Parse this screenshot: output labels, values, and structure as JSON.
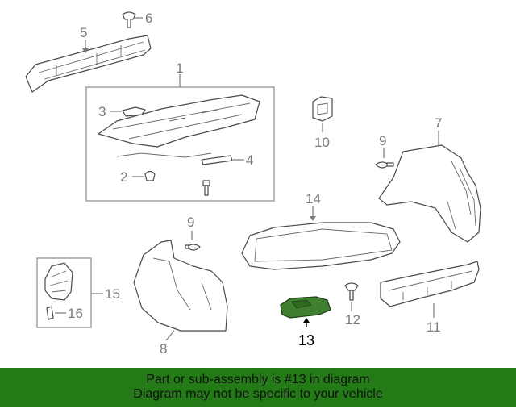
{
  "callouts": {
    "c1": "1",
    "c2": "2",
    "c3": "3",
    "c4": "4",
    "c5": "5",
    "c6": "6",
    "c7": "7",
    "c8": "8",
    "c9a": "9",
    "c9b": "9",
    "c10": "10",
    "c11": "11",
    "c12": "12",
    "c13": "13",
    "c14": "14",
    "c15": "15",
    "c16": "16"
  },
  "highlight": {
    "part_number": "13",
    "color": "#3f7f2f"
  },
  "banner": {
    "line1": "Part or sub-assembly is #13 in diagram",
    "line2": "Diagram may not be specific to your vehicle",
    "background": "#237a17"
  }
}
